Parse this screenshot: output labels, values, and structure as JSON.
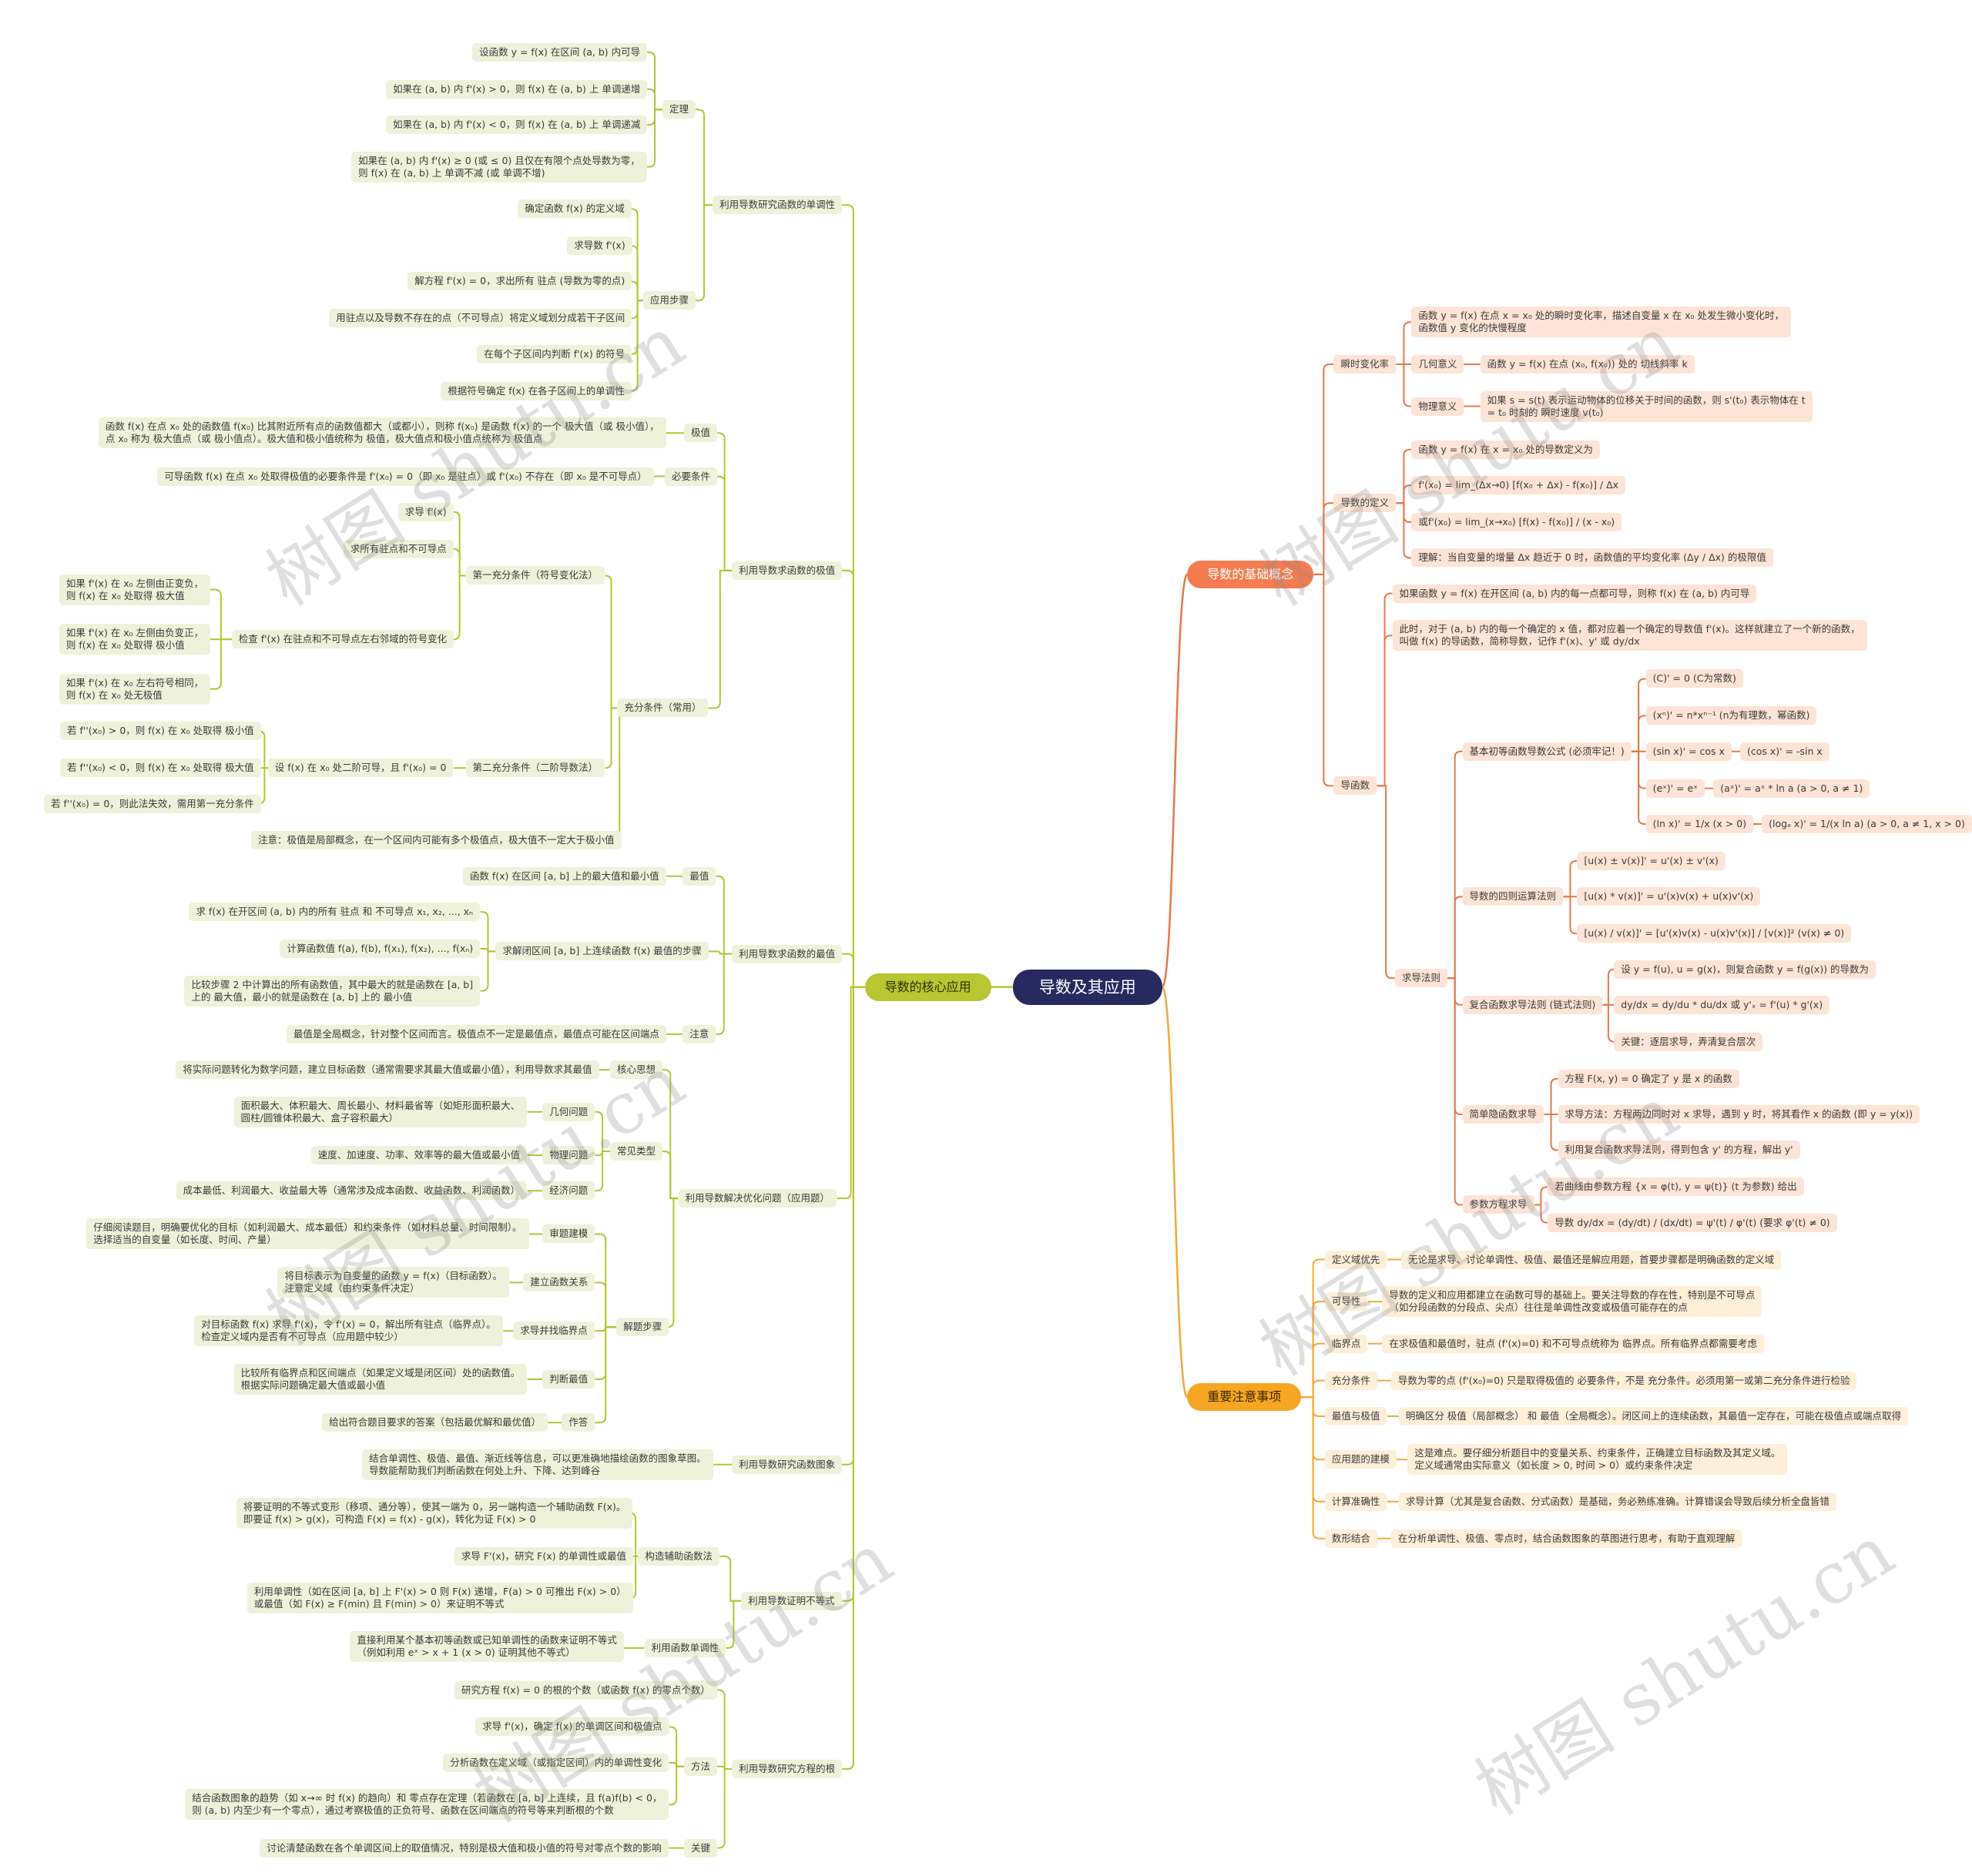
{
  "title": "导数及其应用",
  "watermark": "树图 shutu.cn",
  "core": {
    "label": "导数的核心应用",
    "monotonic": {
      "label": "利用导数研究函数的单调性",
      "theorem": {
        "label": "定理",
        "items": [
          "设函数 y = f(x) 在区间 (a, b) 内可导",
          "如果在 (a, b) 内 f'(x) > 0，则 f(x) 在 (a, b) 上 单调递增",
          "如果在 (a, b) 内 f'(x) < 0，则 f(x) 在 (a, b) 上 单调递减",
          "如果在 (a, b) 内 f'(x) ≥ 0 (或 ≤ 0) 且仅在有限个点处导数为零，\n则 f(x) 在 (a, b) 上 单调不减 (或 单调不增)"
        ]
      },
      "steps": {
        "label": "应用步骤",
        "items": [
          "确定函数 f(x) 的定义域",
          "求导数 f'(x)",
          "解方程 f'(x) = 0，求出所有 驻点 (导数为零的点)",
          "用驻点以及导数不存在的点（不可导点）将定义域划分成若干子区间",
          "在每个子区间内判断 f'(x) 的符号",
          "根据符号确定 f(x) 在各子区间上的单调性"
        ]
      }
    },
    "extremum": {
      "label": "利用导数求函数的极值",
      "definition": {
        "label": "极值",
        "text": "函数 f(x) 在点 x₀ 处的函数值 f(x₀) 比其附近所有点的函数值都大（或都小），则称 f(x₀) 是函数 f(x) 的一个 极大值（或 极小值），\n点 x₀ 称为 极大值点（或 极小值点）。极大值和极小值统称为 极值，极大值点和极小值点统称为 极值点"
      },
      "necessary": {
        "label": "必要条件",
        "text": "可导函数 f(x) 在点 x₀ 处取得极值的必要条件是 f'(x₀) = 0（即 x₀ 是驻点）或 f'(x₀) 不存在（即 x₀ 是不可导点）"
      },
      "sufficient": {
        "label": "充分条件（常用）",
        "first": {
          "label": "第一充分条件（符号变化法）",
          "items": [
            "求导 f'(x)",
            "求所有驻点和不可导点"
          ],
          "check": {
            "label": "检查 f'(x) 在驻点和不可导点左右邻域的符号变化",
            "items": [
              "如果 f'(x) 在 x₀ 左侧由正变负，\n则 f(x) 在 x₀ 处取得 极大值",
              "如果 f'(x) 在 x₀ 左侧由负变正，\n则 f(x) 在 x₀ 处取得 极小值",
              "如果 f'(x) 在 x₀ 左右符号相同，\n则 f(x) 在 x₀ 处无极值"
            ]
          }
        },
        "second": {
          "label": "第二充分条件（二阶导数法）",
          "premise": {
            "label": "设 f(x) 在 x₀ 处二阶可导，且 f'(x₀) = 0",
            "items": [
              "若 f''(x₀) > 0，则 f(x) 在 x₀ 处取得 极小值",
              "若 f''(x₀) < 0，则 f(x) 在 x₀ 处取得 极大值",
              "若 f''(x₀) = 0，则此法失效，需用第一充分条件"
            ]
          }
        },
        "note": "注意：极值是局部概念，在一个区间内可能有多个极值点，极大值不一定大于极小值"
      }
    },
    "maxmin": {
      "label": "利用导数求函数的最值",
      "value": {
        "label": "最值",
        "text": "函数 f(x) 在区间 [a, b] 上的最大值和最小值"
      },
      "steps": {
        "label": "求解闭区间 [a, b] 上连续函数 f(x) 最值的步骤",
        "items": [
          "求 f(x) 在开区间 (a, b) 内的所有 驻点 和 不可导点 x₁, x₂, ..., xₙ",
          "计算函数值 f(a), f(b), f(x₁), f(x₂), ..., f(xₙ)",
          "比较步骤 2 中计算出的所有函数值，其中最大的就是函数在 [a, b]\n上的 最大值，最小的就是函数在 [a, b] 上的 最小值"
        ]
      },
      "note": {
        "label": "注意",
        "text": "最值是全局概念，针对整个区间而言。极值点不一定是最值点，最值点可能在区间端点"
      }
    },
    "optimize": {
      "label": "利用导数解决优化问题（应用题）",
      "core": {
        "label": "核心思想",
        "text": "将实际问题转化为数学问题，建立目标函数（通常需要求其最大值或最小值），利用导数求其最值"
      },
      "types": {
        "label": "常见类型",
        "items": [
          {
            "label": "几何问题",
            "text": "面积最大、体积最大、周长最小、材料最省等（如矩形面积最大、\n圆柱/圆锥体积最大、盒子容积最大）"
          },
          {
            "label": "物理问题",
            "text": "速度、加速度、功率、效率等的最大值或最小值"
          },
          {
            "label": "经济问题",
            "text": "成本最低、利润最大、收益最大等（通常涉及成本函数、收益函数、利润函数）"
          }
        ]
      },
      "steps": {
        "label": "解题步骤",
        "items": [
          {
            "label": "审题建模",
            "text": "仔细阅读题目，明确要优化的目标（如利润最大、成本最低）和约束条件（如材料总量、时间限制）。\n选择适当的自变量（如长度、时间、产量）"
          },
          {
            "label": "建立函数关系",
            "text": "将目标表示为自变量的函数 y = f(x)（目标函数）。\n注意定义域（由约束条件决定）"
          },
          {
            "label": "求导并找临界点",
            "text": "对目标函数 f(x) 求导 f'(x)，令 f'(x) = 0，解出所有驻点（临界点）。\n检查定义域内是否有不可导点（应用题中较少）"
          },
          {
            "label": "判断最值",
            "text": "比较所有临界点和区间端点（如果定义域是闭区间）处的函数值。\n根据实际问题确定最大值或最小值"
          },
          {
            "label": "作答",
            "text": "给出符合题目要求的答案（包括最优解和最优值）"
          }
        ]
      }
    },
    "graph": {
      "label": "利用导数研究函数图象",
      "text": "结合单调性、极值、最值、渐近线等信息，可以更准确地描绘函数的图象草图。\n导数能帮助我们判断函数在何处上升、下降、达到峰谷"
    },
    "inequality": {
      "label": "利用导数证明不等式",
      "aux": {
        "label": "构造辅助函数法",
        "items": [
          "将要证明的不等式变形（移项、通分等），使其一端为 0，另一端构造一个辅助函数 F(x)。\n即要证 f(x) > g(x)，可构造 F(x) = f(x) - g(x)，转化为证 F(x) > 0",
          "求导 F'(x)，研究 F(x) 的单调性或最值",
          "利用单调性（如在区间 [a, b] 上 F'(x) > 0 则 F(x) 递增，F(a) > 0 可推出 F(x) > 0）\n或最值（如 F(x) ≥ F(min) 且 F(min) > 0）来证明不等式"
        ]
      },
      "mono": {
        "label": "利用函数单调性",
        "text": "直接利用某个基本初等函数或已知单调性的函数来证明不等式\n（例如利用 eˣ > x + 1 (x > 0) 证明其他不等式）"
      }
    },
    "roots": {
      "label": "利用导数研究方程的根",
      "intro": "研究方程 f(x) = 0 的根的个数（或函数 f(x) 的零点个数）",
      "method": {
        "label": "方法",
        "items": [
          "求导 f'(x)，确定 f(x) 的单调区间和极值点",
          "分析函数在定义域（或指定区间）内的单调性变化",
          "结合函数图象的趋势（如 x→∞ 时 f(x) 的趋向）和 零点存在定理（若函数在 [a, b] 上连续，且 f(a)f(b) < 0，\n则 (a, b) 内至少有一个零点），通过考察极值的正负符号、函数在区间端点的符号等来判断根的个数"
        ]
      },
      "key": {
        "label": "关键",
        "text": "讨论清楚函数在各个单调区间上的取值情况，特别是极大值和极小值的符号对零点个数的影响"
      }
    }
  },
  "basics": {
    "label": "导数的基础概念",
    "rate": {
      "label": "瞬时变化率",
      "desc": "函数 y = f(x) 在点 x = x₀ 处的瞬时变化率，描述自变量 x 在 x₀ 处发生微小变化时，\n函数值 y 变化的快慢程度",
      "geometric": {
        "label": "几何意义",
        "text": "函数 y = f(x) 在点 (x₀, f(x₀)) 处的 切线斜率 k"
      },
      "physical": {
        "label": "物理意义",
        "text": "如果 s = s(t) 表示运动物体的位移关于时间的函数，则 s'(t₀) 表示物体在 t\n= t₀ 时刻的 瞬时速度 v(t₀)"
      }
    },
    "definition": {
      "label": "导数的定义",
      "items": [
        "函数 y = f(x) 在 x = x₀ 处的导数定义为",
        "f'(x₀) = lim_(Δx→0) [f(x₀ + Δx) - f(x₀)] / Δx",
        "或f'(x₀) = lim_(x→x₀) [f(x) - f(x₀)] / (x - x₀)",
        "理解：当自变量的增量 Δx 趋近于 0 时，函数值的平均变化率 (Δy / Δx) 的极限值"
      ]
    },
    "derived": {
      "label": "导函数",
      "items": [
        "如果函数 y = f(x) 在开区间 (a, b) 内的每一点都可导，则称 f(x) 在 (a, b) 内可导",
        "此时，对于 (a, b) 内的每一个确定的 x 值，都对应着一个确定的导数值 f'(x)。这样就建立了一个新的函数，\n叫做 f(x) 的导函数，简称导数，记作 f'(x)、y' 或 dy/dx"
      ],
      "rules": {
        "label": "求导法则",
        "basic": {
          "label": "基本初等函数导数公式 (必须牢记！)",
          "items": [
            {
              "a": "(C)' = 0 (C为常数)"
            },
            {
              "a": "(xⁿ)' = n*xⁿ⁻¹ (n为有理数，幂函数)"
            },
            {
              "a": "(sin x)' = cos x",
              "b": "(cos x)' = -sin x"
            },
            {
              "a": "(eˣ)' = eˣ",
              "b": "(aˣ)' = aˣ * ln a (a > 0, a ≠ 1)"
            },
            {
              "a": "(ln x)' = 1/x (x > 0)",
              "b": "(logₐ x)' = 1/(x ln a) (a > 0, a ≠ 1, x > 0)"
            }
          ]
        },
        "arith": {
          "label": "导数的四则运算法则",
          "items": [
            "[u(x) ± v(x)]' = u'(x) ± v'(x)",
            "[u(x) * v(x)]' = u'(x)v(x) + u(x)v'(x)",
            "[u(x) / v(x)]' = [u'(x)v(x) - u(x)v'(x)] / [v(x)]² (v(x) ≠ 0)"
          ]
        },
        "chain": {
          "label": "复合函数求导法则 (链式法则)",
          "items": [
            "设 y = f(u), u = g(x)，则复合函数 y = f(g(x)) 的导数为",
            "dy/dx = dy/du * du/dx 或 y'ₓ = f'(u) * g'(x)",
            "关键：逐层求导，弄清复合层次"
          ]
        },
        "implicit": {
          "label": "简单隐函数求导",
          "items": [
            "方程 F(x, y) = 0 确定了 y 是 x 的函数",
            "求导方法：方程两边同时对 x 求导，遇到 y 时，将其看作 x 的函数 (即 y = y(x))",
            "利用复合函数求导法则，得到包含 y' 的方程，解出 y'"
          ]
        },
        "param": {
          "label": "参数方程求导",
          "items": [
            "若曲线由参数方程 {x = φ(t), y = ψ(t)} (t 为参数) 给出",
            "导数 dy/dx = (dy/dt) / (dx/dt) = ψ'(t) / φ'(t) (要求 φ'(t) ≠ 0)"
          ]
        }
      }
    }
  },
  "notes": {
    "label": "重要注意事项",
    "items": [
      {
        "label": "定义域优先",
        "text": "无论是求导、讨论单调性、极值、最值还是解应用题，首要步骤都是明确函数的定义域"
      },
      {
        "label": "可导性",
        "text": "导数的定义和应用都建立在函数可导的基础上。要关注导数的存在性，特别是不可导点\n（如分段函数的分段点、尖点）往往是单调性改变或极值可能存在的点"
      },
      {
        "label": "临界点",
        "text": "在求极值和最值时，驻点 (f'(x)=0) 和不可导点统称为 临界点。所有临界点都需要考虑"
      },
      {
        "label": "充分条件",
        "text": "导数为零的点 (f'(x₀)=0) 只是取得极值的 必要条件，不是 充分条件。必须用第一或第二充分条件进行检验"
      },
      {
        "label": "最值与极值",
        "text": "明确区分 极值（局部概念） 和 最值（全局概念）。闭区间上的连续函数，其最值一定存在，可能在极值点或端点取得"
      },
      {
        "label": "应用题的建模",
        "text": "这是难点。要仔细分析题目中的变量关系、约束条件，正确建立目标函数及其定义域。\n定义域通常由实际意义（如长度 > 0, 时间 > 0）或约束条件决定"
      },
      {
        "label": "计算准确性",
        "text": "求导计算（尤其是复合函数、分式函数）是基础，务必熟练准确。计算错误会导致后续分析全盘皆错"
      },
      {
        "label": "数形结合",
        "text": "在分析单调性、极值、零点时，结合函数图象的草图进行思考，有助于直观理解"
      }
    ]
  }
}
